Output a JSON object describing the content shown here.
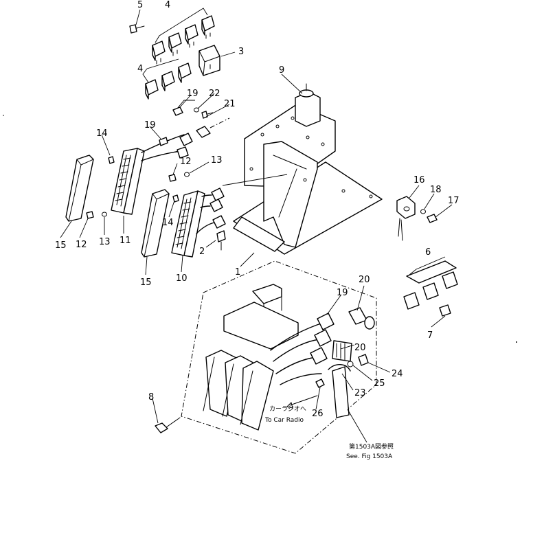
{
  "callouts": {
    "c1": "1",
    "c2": "2",
    "c3": "3",
    "c4a": "4",
    "c4b": "4",
    "c5": "5",
    "c6": "6",
    "c7": "7",
    "c8": "8",
    "c9": "9",
    "c10": "10",
    "c11": "11",
    "c12a": "12",
    "c12b": "12",
    "c13a": "13",
    "c13b": "13",
    "c14a": "14",
    "c14b": "14",
    "c15a": "15",
    "c15b": "15",
    "c16": "16",
    "c17": "17",
    "c18": "18",
    "c19a": "19",
    "c19b": "19",
    "c19c": "19",
    "c20a": "20",
    "c20b": "20",
    "c21": "21",
    "c22": "22",
    "c23": "23",
    "c24": "24",
    "c25": "25",
    "c26": "26"
  },
  "notes": {
    "car_radio_jp": "カーラジオへ",
    "car_radio_en": "To Car Radio",
    "see_fig_jp": "第1503A図参照",
    "see_fig_en": "See. Fig 1503A"
  }
}
